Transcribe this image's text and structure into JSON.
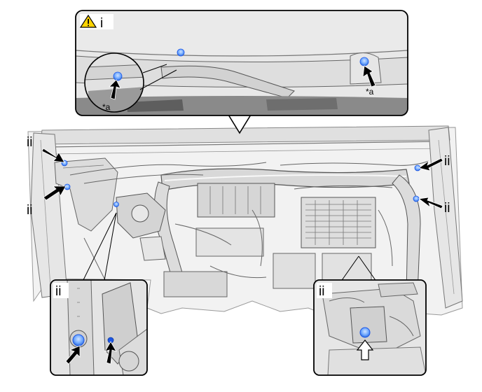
{
  "callouts": {
    "top": {
      "label": "i",
      "icon": "warning-triangle-icon",
      "note_left": "*a",
      "note_right": "*a"
    },
    "left_side": {
      "upper": "ii",
      "lower": "ii"
    },
    "right_side": {
      "upper": "ii",
      "lower": "ii"
    },
    "bottom_left": {
      "label": "ii"
    },
    "bottom_right": {
      "label": "ii"
    }
  },
  "colors": {
    "fastener": "#6fa8ff",
    "fastener_dark": "#1c56e6",
    "outline": "#000000",
    "panel_bg": "#e8e8e8",
    "body_bg": "#f2f2f2"
  }
}
